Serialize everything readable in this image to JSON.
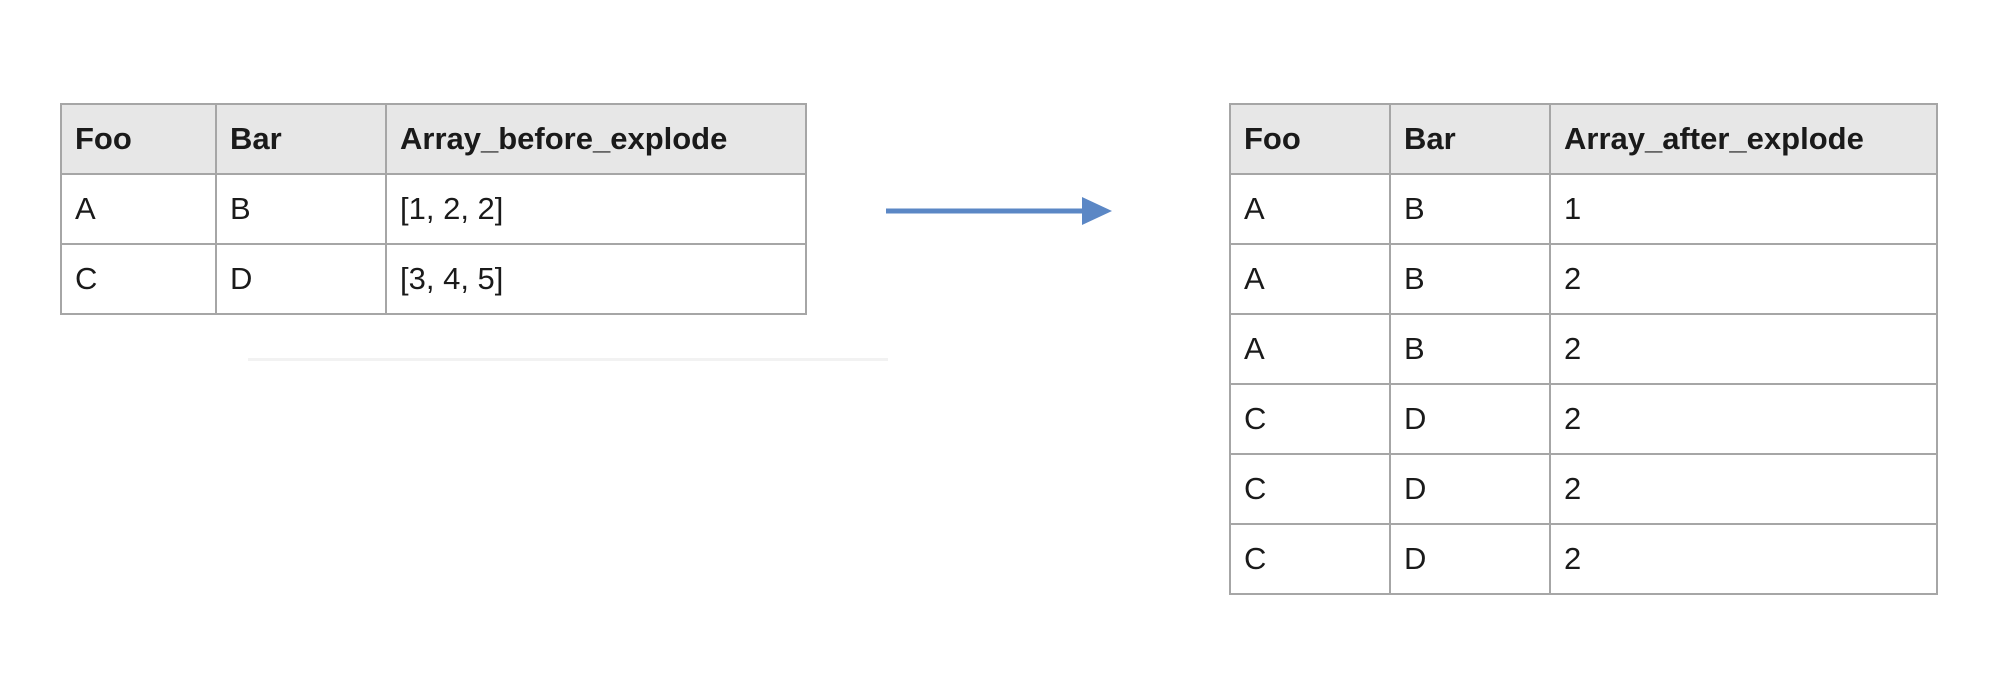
{
  "diagram": {
    "arrow_color": "#5b87c5",
    "border_color": "#a6a6a6",
    "header_bg": "#e7e7e7"
  },
  "before_table": {
    "columns": [
      "Foo",
      "Bar",
      "Array_before_explode"
    ],
    "rows": [
      [
        "A",
        "B",
        "[1, 2, 2]"
      ],
      [
        "C",
        "D",
        "[3, 4, 5]"
      ]
    ]
  },
  "after_table": {
    "columns": [
      "Foo",
      "Bar",
      "Array_after_explode"
    ],
    "rows": [
      [
        "A",
        "B",
        "1"
      ],
      [
        "A",
        "B",
        "2"
      ],
      [
        "A",
        "B",
        "2"
      ],
      [
        "C",
        "D",
        "2"
      ],
      [
        "C",
        "D",
        "2"
      ],
      [
        "C",
        "D",
        "2"
      ]
    ]
  }
}
